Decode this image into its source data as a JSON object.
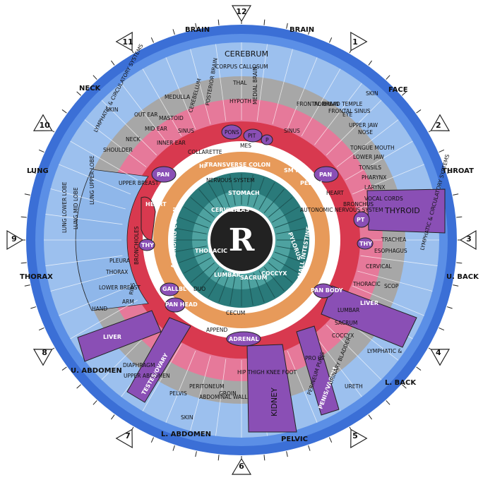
{
  "center_letter": "R",
  "clock_numbers": [
    "12",
    "1",
    "2",
    "3",
    "4",
    "5",
    "6",
    "7",
    "8",
    "9",
    "10",
    "11"
  ],
  "outer_labels": [
    "BRAIN",
    "BRAIN",
    "FACE",
    "THROAT",
    "U. BACK",
    "L. BACK",
    "PELVIC",
    "L. ABDOMEN",
    "U. ABDOMEN",
    "THORAX",
    "LUNG",
    "NECK"
  ],
  "skin_labels": [
    "SKIN",
    "SKIN",
    "SKIN"
  ],
  "ring_labels": {
    "cerebrum": "CEREBRUM",
    "corpus": "CORPUS CALLOSUM",
    "thal": "THAL",
    "hypoth": "HYPOTH",
    "medial_brain": "MEDIAL BRAIN",
    "posterior_brain": "POSTERIOR BRAIN",
    "cerebellum": "CEREBELLUM",
    "frontal_brain": "FRONTAL BRAIN",
    "forehead_temple": "FORHEAD TEMPLE",
    "medulla": "MEDULLA",
    "mastoid": "MASTOID",
    "frontal_sinus": "FRONTAL SINUS",
    "eye": "EYE",
    "upper_jaw": "UPPER JAW",
    "nose": "NOSE",
    "tongue_mouth": "TONGUE MOUTH",
    "lower_jaw": "LOWER JAW",
    "tonsils": "TONSILS",
    "pharynx": "PHARYNX",
    "larynx": "LARYNX",
    "vocal_cords": "VOCAL CORDS",
    "trachea": "TRACHEA",
    "esophagus": "ESOPHAGUS",
    "cervical": "CERVICAL",
    "thoracic": "THORACIC",
    "lumbar": "LUMBAR",
    "sacrum": "SACRUM",
    "coccyx": "COCCYX",
    "lymphatic": "LYMPHATIC & CIRCULATORY SYSTEMS",
    "lymphatic_short": "LYMPHATIC &",
    "urethra": "URETH",
    "urinary_bladder": "URINARY BLADDER",
    "penis_vagina": "PENIS/VAGINA",
    "perineum_pubis": "PERINEUM PUBIS",
    "pro_ut": "PRO UT",
    "kidney": "KIDNEY",
    "adrenal": "ADRENAL",
    "hip_thigh": "HIP THIGH KNEE FOOT",
    "groin": "GROIN",
    "peritoneum": "PERITONEUM",
    "abdominal_wall": "ABDOMINAL WALL",
    "pelvis": "PELVIS",
    "testes_ovary": "TESTES/OVARY",
    "diaphragm": "DIAPHRAGM",
    "upper_abdomen": "UPPER ABDOMEN",
    "liver_left": "LIVER",
    "liver_right": "LIVER",
    "thyroid": "THYROID",
    "hand": "HAND",
    "arm": "ARM",
    "ribs": "RIBS",
    "pleura": "PLEURA",
    "thorax_inner": "THORAX",
    "lower_breast": "LOWER BREAST",
    "upper_breast": "UPPER BREAST",
    "lung_upper_lobe": "LUNG UPPER LOBE",
    "lung_mid_lobe": "LUNG MID LOBE",
    "lung_lower_lobe": "LUNG LOWER LOBE",
    "bronchioles": "BRONCHIOLES",
    "shoulder": "SHOULDER",
    "neck_inner": "NECK",
    "mid_ear": "MID EAR",
    "out_ear": "OUT EAR",
    "inner_ear": "INNER EAR",
    "lymphatic_left": "LYMPHATIC & CIRCULATORY SYSTEMS",
    "sinus_left": "SINUS",
    "sinus_right": "SINUS",
    "pons": "PONS",
    "pit": "PIT",
    "p": "P",
    "mes": "MES",
    "collarette": "COLLARETTE",
    "pan_left": "PAN",
    "pan_right": "PAN",
    "heart_left": "HEART",
    "heart_right": "HEART",
    "bronchus": "BRONCHUS",
    "pt": "PT",
    "thy_left": "THY",
    "thy_right": "THY",
    "gallbl": "GALLBL",
    "pan_head": "PAN HEAD",
    "pan_body": "PAN BODY",
    "append": "APPEND",
    "cecum": "CECUM",
    "transverse_colon": "TRANSVERSE COLON",
    "hf": "HF",
    "sm_int": "SM INT",
    "pel_py": "PEL PY",
    "ascending_colon": "ASCENDING COLON",
    "small_intestine": "SMALL INTESTINE",
    "pylorus": "PYLORUS",
    "duo": "DUO",
    "stomach": "STOMACH",
    "nervous_system": "NERVOUS SYSTEM",
    "autonomic": "AUTONOMIC NERVOUS SYSTEM",
    "vagina_lymph": "SCOP",
    "spine_cervical": "CERVICAL",
    "spine_atlas": "ATLAS",
    "spine_thoracic": "THORACIC",
    "spine_lumbar": "LUMBAR",
    "spine_sacrum": "SACRUM",
    "spine_coccyx": "COCCYX"
  },
  "colors": {
    "outer_blue": "#3b6fd6",
    "ring_blue": "#5b8fe6",
    "light_blue": "#9cc0ee",
    "gray": "#9a9a9a",
    "pink": "#e46d8c",
    "red": "#d8394f",
    "orange": "#e79a5a",
    "teal": "#2a7a7a",
    "teal_light": "#4ea2a0",
    "purple": "#8a4fb5",
    "center": "#222222"
  }
}
